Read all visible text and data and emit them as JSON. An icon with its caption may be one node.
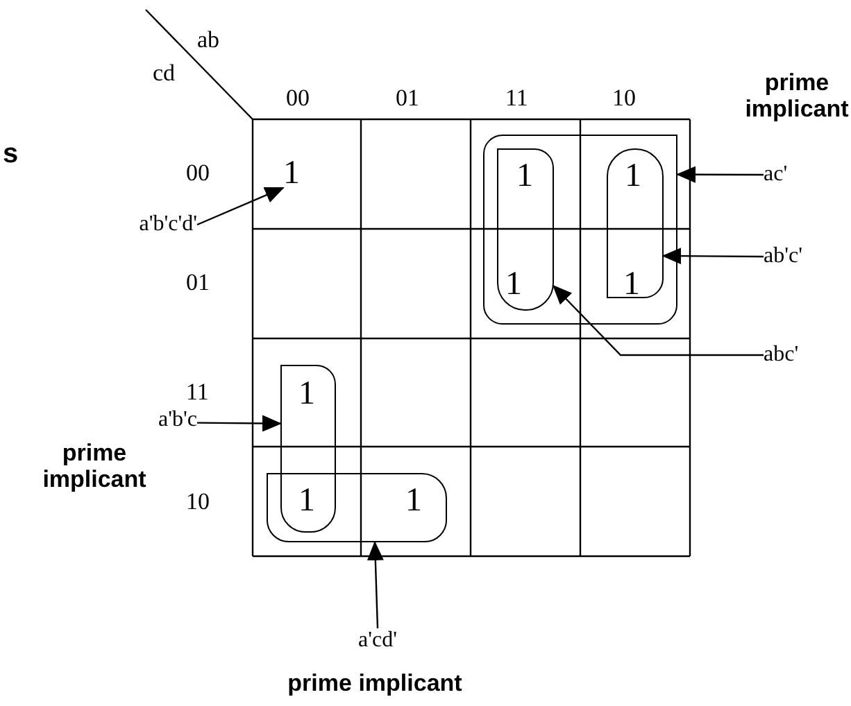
{
  "diagram": {
    "nodes": [
      {
        "text": [
          "1"
        ]
      },
      {
        "text": [
          "a'b'c'd'"
        ]
      },
      {
        "text": [],
        "shape": "box"
      },
      {
        "text": [],
        "shape": "box",
        "in": 2
      },
      {
        "text": [],
        "shape": "box",
        "in": 2
      },
      {
        "text": [],
        "shape": "box"
      },
      {
        "text": [],
        "shape": "box"
      },
      {
        "text": [
          "ac'"
        ]
      },
      {
        "text": [
          "ab'c'"
        ]
      },
      {
        "text": [
          "abc'"
        ]
      },
      {
        "text": [
          "a'b'c"
        ]
      },
      {
        "text": [
          "a'cd'"
        ]
      }
    ],
    "edges": [
      {
        "from": 1,
        "to": 0,
        "arrow": "to"
      },
      {
        "from": 7,
        "to": 2,
        "arrow": "to"
      },
      {
        "from": 8,
        "to": 4,
        "arrow": "to"
      },
      {
        "from": 9,
        "to": 3,
        "arrow": "to"
      },
      {
        "from": 10,
        "to": 5,
        "arrow": "to"
      },
      {
        "from": 11,
        "to": 6,
        "arrow": "to"
      }
    ],
    "labels": [
      "s",
      "ab",
      "cd",
      "00",
      "01",
      "11",
      "10",
      "prime implicant",
      "00",
      "01",
      "1",
      "1",
      "1",
      "1",
      "11",
      "1",
      "prime implicant",
      "10",
      "1",
      "1",
      "prime implicant"
    ]
  }
}
